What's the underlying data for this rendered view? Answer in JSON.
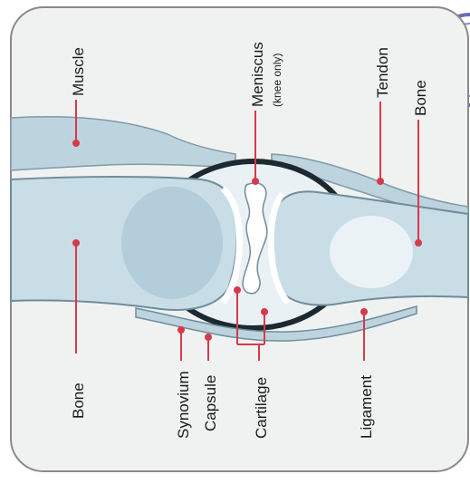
{
  "diagram": {
    "labels": {
      "muscle": "Muscle",
      "meniscus": "Meniscus",
      "meniscus_note": "(knee only)",
      "tendon": "Tendon",
      "bone_right": "Bone",
      "bone_left": "Bone",
      "synovium": "Synovium",
      "capsule": "Capsule",
      "cartilage": "Cartilage",
      "ligament": "Ligament"
    }
  },
  "colors": {
    "frame_fill": "#f0f2f2",
    "bone_fill": "#c9dde7",
    "bone_shade": "#a9c6d4",
    "leader": "#d63a4a",
    "capsule_stroke": "#1d2930",
    "stamp": "#3a3a9c"
  }
}
